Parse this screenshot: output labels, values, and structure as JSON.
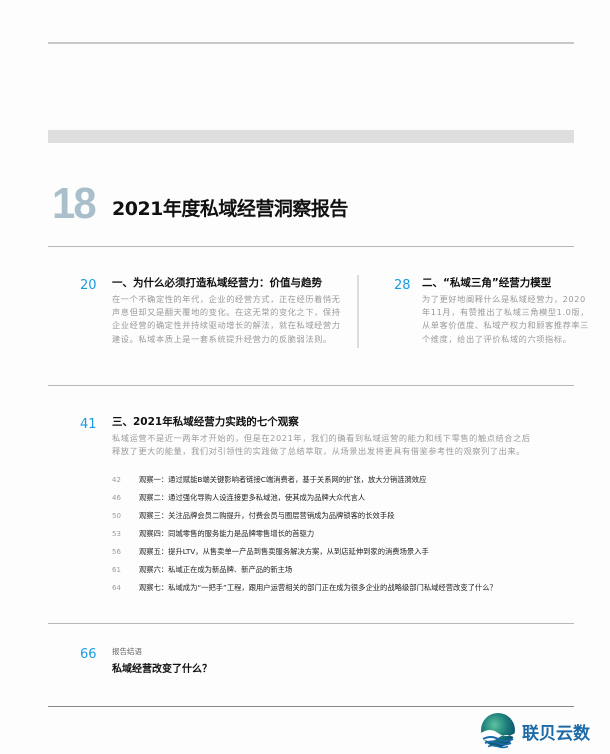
{
  "header": {
    "chapter_number": "18",
    "report_title": "2021年度私域经营洞察报告"
  },
  "sections": [
    {
      "page": "20",
      "title": "一、为什么必须打造私域经营力：价值与趋势",
      "body": "在一个不确定性的年代，企业的经营方式，正在经历着悄无声息但却又是翻天覆地的变化。在这无常的变化之下，保持企业经营的确定性并持续驱动增长的解法，就在私域经营力建设。私域本质上是一套系统提升经营力的反脆弱法则。"
    },
    {
      "page": "28",
      "title": "二、“私域三角”经营力模型",
      "body": "为了更好地阐释什么是私域经营力，2020年11月，有赞推出了私域三角模型1.0版，从单客价值度、私域产权力和顾客推荐率三个维度，给出了评价私域的六项指标。"
    },
    {
      "page": "41",
      "title": "三、2021年私域经营力实践的七个观察",
      "body": "私域运营不是近一两年才开始的，但是在2021年，我们的确看到私域运营的能力和线下零售的触点结合之后释放了更大的能量，我们对引领性的实践做了总结萃取，从场景出发将更具有借鉴参考性的观察列了出来。"
    }
  ],
  "observations": [
    {
      "page": "42",
      "text": "观察一：通过赋能B端关键影响者链接C端消费者，基于关系网的扩张，放大分销涟漪效应"
    },
    {
      "page": "46",
      "text": "观察二：通过强化导购人设连接更多私域池，使其成为品牌大众代言人"
    },
    {
      "page": "50",
      "text": "观察三：关注品牌会员二购提升，付费会员与圈层营销成为品牌锁客的长效手段"
    },
    {
      "page": "53",
      "text": "观察四：同城零售的服务能力是品牌零售增长的首驱力"
    },
    {
      "page": "56",
      "text": "观察五：提升LTV，从售卖单一产品到售卖服务解决方案，从到店延伸到家的消费场景入手"
    },
    {
      "page": "61",
      "text": "观察六：私域正在成为新品牌、新产品的新主场"
    },
    {
      "page": "64",
      "text": "观察七：私域成为“一把手”工程，跟用户运营相关的部门正在成为很多企业的战略级部门私域经营改变了什么？"
    }
  ],
  "conclusion": {
    "page": "66",
    "label": "报告结语",
    "title": "私域经营改变了什么？"
  },
  "watermark": {
    "brand": "联贝云数"
  },
  "colors": {
    "accent_blue": "#1a9be0",
    "chapter_number": "#a9bfcc",
    "body_gray": "#9a9a9a"
  }
}
